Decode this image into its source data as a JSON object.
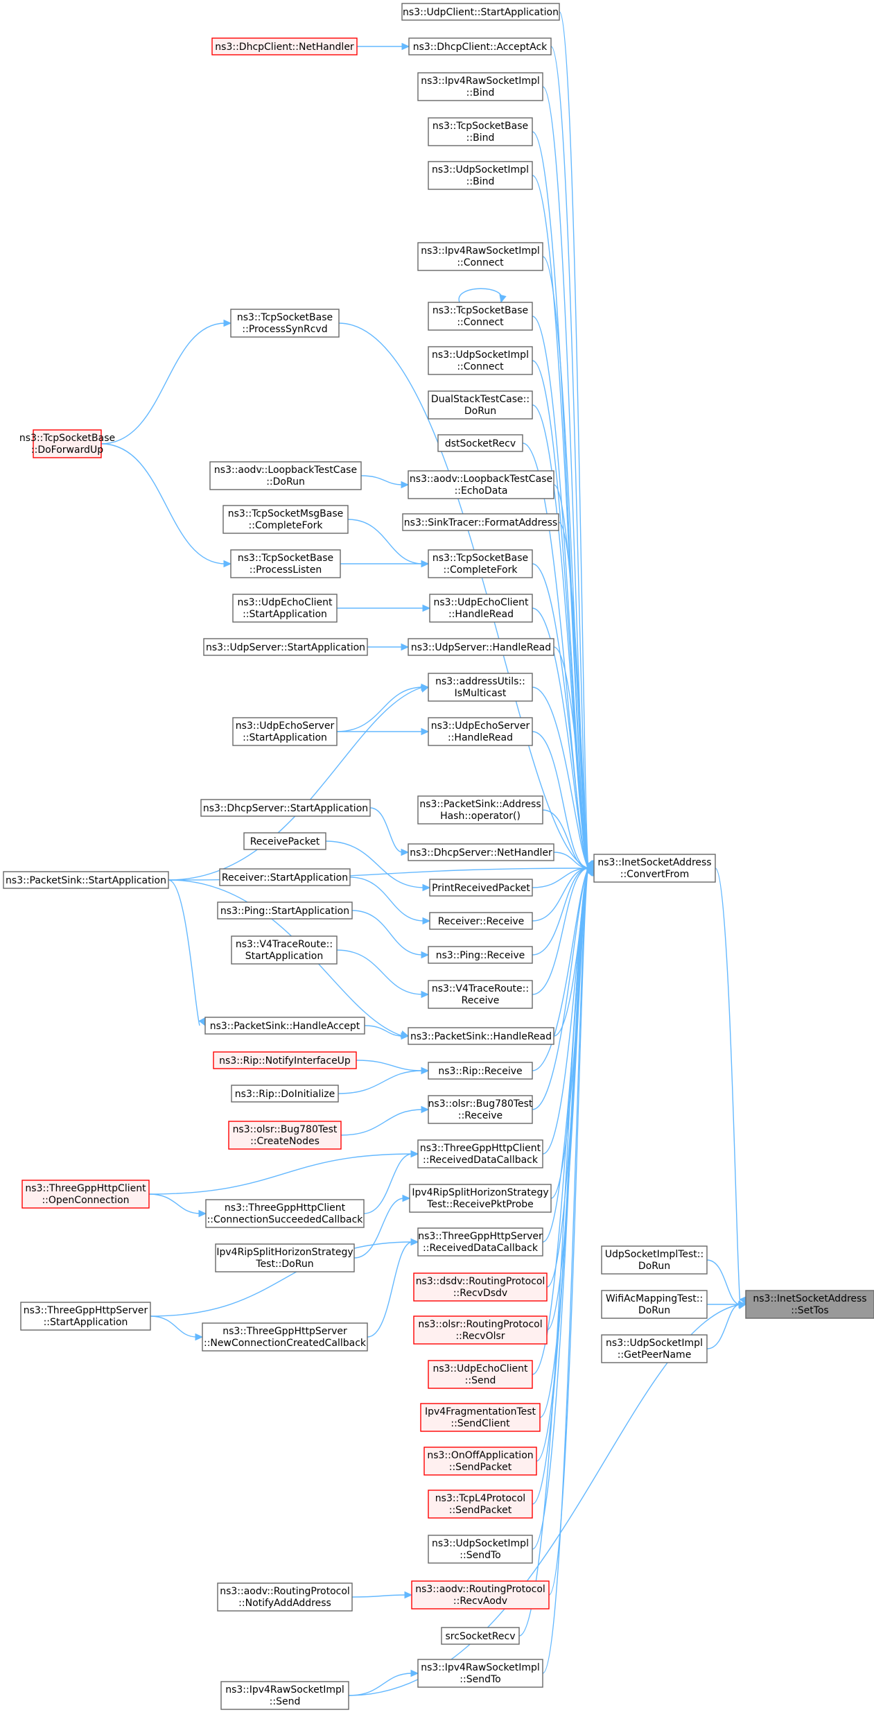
{
  "colors": {
    "edge": "#63b8ff",
    "border_normal": "#666666",
    "border_red": "#ff0000",
    "fill_normal": "#ffffff",
    "fill_red": "#fff0f0",
    "fill_focus": "#999999",
    "border_focus": "#666666"
  },
  "nodes": [
    {
      "id": "setTos",
      "lines": [
        "ns3::InetSocketAddress",
        "::SetTos"
      ],
      "style": "focus"
    },
    {
      "id": "convertFrom",
      "lines": [
        "ns3::InetSocketAddress",
        "::ConvertFrom"
      ],
      "style": "normal"
    },
    {
      "id": "udpSocketImplTest",
      "lines": [
        "UdpSocketImplTest::",
        "DoRun"
      ],
      "style": "normal"
    },
    {
      "id": "wifiAcMapping",
      "lines": [
        "WifiAcMappingTest::",
        "DoRun"
      ],
      "style": "normal"
    },
    {
      "id": "getPeerName",
      "lines": [
        "ns3::UdpSocketImpl",
        "::GetPeerName"
      ],
      "style": "normal"
    },
    {
      "id": "udpClientStart",
      "lines": [
        "ns3::UdpClient::StartApplication"
      ],
      "style": "normal"
    },
    {
      "id": "dhcpAcceptAck",
      "lines": [
        "ns3::DhcpClient::AcceptAck"
      ],
      "style": "normal"
    },
    {
      "id": "dhcpNetHandler",
      "lines": [
        "ns3::DhcpClient::NetHandler"
      ],
      "style": "red"
    },
    {
      "id": "ipv4RawBind",
      "lines": [
        "ns3::Ipv4RawSocketImpl",
        "::Bind"
      ],
      "style": "normal"
    },
    {
      "id": "tcpBind",
      "lines": [
        "ns3::TcpSocketBase",
        "::Bind"
      ],
      "style": "normal"
    },
    {
      "id": "udpBind",
      "lines": [
        "ns3::UdpSocketImpl",
        "::Bind"
      ],
      "style": "normal"
    },
    {
      "id": "ipv4RawConnect",
      "lines": [
        "ns3::Ipv4RawSocketImpl",
        "::Connect"
      ],
      "style": "normal"
    },
    {
      "id": "tcpConnect",
      "lines": [
        "ns3::TcpSocketBase",
        "::Connect"
      ],
      "style": "normal"
    },
    {
      "id": "udpConnect",
      "lines": [
        "ns3::UdpSocketImpl",
        "::Connect"
      ],
      "style": "normal"
    },
    {
      "id": "dualStack",
      "lines": [
        "DualStackTestCase::",
        "DoRun"
      ],
      "style": "normal"
    },
    {
      "id": "dstSocketRecv",
      "lines": [
        "dstSocketRecv"
      ],
      "style": "normal"
    },
    {
      "id": "aodvEchoData",
      "lines": [
        "ns3::aodv::LoopbackTestCase",
        "::EchoData"
      ],
      "style": "normal"
    },
    {
      "id": "aodvLoopDoRun",
      "lines": [
        "ns3::aodv::LoopbackTestCase",
        "::DoRun"
      ],
      "style": "normal"
    },
    {
      "id": "sinkTracer",
      "lines": [
        "ns3::SinkTracer::FormatAddress"
      ],
      "style": "normal"
    },
    {
      "id": "tcpCompleteFork",
      "lines": [
        "ns3::TcpSocketBase",
        "::CompleteFork"
      ],
      "style": "normal"
    },
    {
      "id": "tcpMsgCompleteFork",
      "lines": [
        "ns3::TcpSocketMsgBase",
        "::CompleteFork"
      ],
      "style": "normal"
    },
    {
      "id": "tcpProcessListen",
      "lines": [
        "ns3::TcpSocketBase",
        "::ProcessListen"
      ],
      "style": "normal"
    },
    {
      "id": "tcpProcessSynRcvd",
      "lines": [
        "ns3::TcpSocketBase",
        "::ProcessSynRcvd"
      ],
      "style": "normal"
    },
    {
      "id": "tcpDoForwardUp",
      "lines": [
        "ns3::TcpSocketBase",
        "::DoForwardUp"
      ],
      "style": "red"
    },
    {
      "id": "udpEchoClientHandleRead",
      "lines": [
        "ns3::UdpEchoClient",
        "::HandleRead"
      ],
      "style": "normal"
    },
    {
      "id": "udpEchoClientStart",
      "lines": [
        "ns3::UdpEchoClient",
        "::StartApplication"
      ],
      "style": "normal"
    },
    {
      "id": "udpServerHandleRead",
      "lines": [
        "ns3::UdpServer::HandleRead"
      ],
      "style": "normal"
    },
    {
      "id": "udpServerStart",
      "lines": [
        "ns3::UdpServer::StartApplication"
      ],
      "style": "normal"
    },
    {
      "id": "addressUtils",
      "lines": [
        "ns3::addressUtils::",
        "IsMulticast"
      ],
      "style": "normal"
    },
    {
      "id": "udpEchoServerStart",
      "lines": [
        "ns3::UdpEchoServer",
        "::StartApplication"
      ],
      "style": "normal"
    },
    {
      "id": "udpEchoServerHandleRead",
      "lines": [
        "ns3::UdpEchoServer",
        "::HandleRead"
      ],
      "style": "normal"
    },
    {
      "id": "packetSinkStart",
      "lines": [
        "ns3::PacketSink::StartApplication"
      ],
      "style": "normal"
    },
    {
      "id": "dhcpServerStart",
      "lines": [
        "ns3::DhcpServer::StartApplication"
      ],
      "style": "normal"
    },
    {
      "id": "packetSinkAddrHash",
      "lines": [
        "ns3::PacketSink::Address",
        "Hash::operator()"
      ],
      "style": "normal"
    },
    {
      "id": "dhcpServerNetHandler",
      "lines": [
        "ns3::DhcpServer::NetHandler"
      ],
      "style": "normal"
    },
    {
      "id": "receivePacket",
      "lines": [
        "ReceivePacket"
      ],
      "style": "normal"
    },
    {
      "id": "printReceivedPacket",
      "lines": [
        "PrintReceivedPacket"
      ],
      "style": "normal"
    },
    {
      "id": "receiverStart",
      "lines": [
        "Receiver::StartApplication"
      ],
      "style": "normal"
    },
    {
      "id": "receiverReceive",
      "lines": [
        "Receiver::Receive"
      ],
      "style": "normal"
    },
    {
      "id": "pingStart",
      "lines": [
        "ns3::Ping::StartApplication"
      ],
      "style": "normal"
    },
    {
      "id": "pingReceive",
      "lines": [
        "ns3::Ping::Receive"
      ],
      "style": "normal"
    },
    {
      "id": "v4TraceStart",
      "lines": [
        "ns3::V4TraceRoute::",
        "StartApplication"
      ],
      "style": "normal"
    },
    {
      "id": "v4TraceReceive",
      "lines": [
        "ns3::V4TraceRoute::",
        "Receive"
      ],
      "style": "normal"
    },
    {
      "id": "packetSinkHandleAccept",
      "lines": [
        "ns3::PacketSink::HandleAccept"
      ],
      "style": "normal"
    },
    {
      "id": "packetSinkHandleRead",
      "lines": [
        "ns3::PacketSink::HandleRead"
      ],
      "style": "normal"
    },
    {
      "id": "ripNotify",
      "lines": [
        "ns3::Rip::NotifyInterfaceUp"
      ],
      "style": "red"
    },
    {
      "id": "ripDoInit",
      "lines": [
        "ns3::Rip::DoInitialize"
      ],
      "style": "normal"
    },
    {
      "id": "ripReceive",
      "lines": [
        "ns3::Rip::Receive"
      ],
      "style": "normal"
    },
    {
      "id": "olsrBug780Receive",
      "lines": [
        "ns3::olsr::Bug780Test",
        "::Receive"
      ],
      "style": "normal"
    },
    {
      "id": "olsrBug780Create",
      "lines": [
        "ns3::olsr::Bug780Test",
        "::CreateNodes"
      ],
      "style": "red"
    },
    {
      "id": "httpClientReceived",
      "lines": [
        "ns3::ThreeGppHttpClient",
        "::ReceivedDataCallback"
      ],
      "style": "normal"
    },
    {
      "id": "httpClientOpen",
      "lines": [
        "ns3::ThreeGppHttpClient",
        "::OpenConnection"
      ],
      "style": "red"
    },
    {
      "id": "httpClientConnSucc",
      "lines": [
        "ns3::ThreeGppHttpClient",
        "::ConnectionSucceededCallback"
      ],
      "style": "normal"
    },
    {
      "id": "ipv4RipSplitProbe",
      "lines": [
        "Ipv4RipSplitHorizonStrategy",
        "Test::ReceivePktProbe"
      ],
      "style": "normal"
    },
    {
      "id": "ipv4RipSplitDoRun",
      "lines": [
        "Ipv4RipSplitHorizonStrategy",
        "Test::DoRun"
      ],
      "style": "normal"
    },
    {
      "id": "httpServerReceived",
      "lines": [
        "ns3::ThreeGppHttpServer",
        "::ReceivedDataCallback"
      ],
      "style": "normal"
    },
    {
      "id": "httpServerStart",
      "lines": [
        "ns3::ThreeGppHttpServer",
        "::StartApplication"
      ],
      "style": "normal"
    },
    {
      "id": "httpServerNewConn",
      "lines": [
        "ns3::ThreeGppHttpServer",
        "::NewConnectionCreatedCallback"
      ],
      "style": "normal"
    },
    {
      "id": "dsdvRecv",
      "lines": [
        "ns3::dsdv::RoutingProtocol",
        "::RecvDsdv"
      ],
      "style": "red"
    },
    {
      "id": "olsrRecv",
      "lines": [
        "ns3::olsr::RoutingProtocol",
        "::RecvOlsr"
      ],
      "style": "red"
    },
    {
      "id": "udpEchoClientSend",
      "lines": [
        "ns3::UdpEchoClient",
        "::Send"
      ],
      "style": "red"
    },
    {
      "id": "ipv4FragSend",
      "lines": [
        "Ipv4FragmentationTest",
        "::SendClient"
      ],
      "style": "red"
    },
    {
      "id": "onOffSend",
      "lines": [
        "ns3::OnOffApplication",
        "::SendPacket"
      ],
      "style": "red"
    },
    {
      "id": "tcpL4Send",
      "lines": [
        "ns3::TcpL4Protocol",
        "::SendPacket"
      ],
      "style": "red"
    },
    {
      "id": "udpSendTo",
      "lines": [
        "ns3::UdpSocketImpl",
        "::SendTo"
      ],
      "style": "normal"
    },
    {
      "id": "aodvRecv",
      "lines": [
        "ns3::aodv::RoutingProtocol",
        "::RecvAodv"
      ],
      "style": "red"
    },
    {
      "id": "aodvNotifyAdd",
      "lines": [
        "ns3::aodv::RoutingProtocol",
        "::NotifyAddAddress"
      ],
      "style": "normal"
    },
    {
      "id": "srcSocketRecv",
      "lines": [
        "srcSocketRecv"
      ],
      "style": "normal"
    },
    {
      "id": "ipv4RawSendTo",
      "lines": [
        "ns3::Ipv4RawSocketImpl",
        "::SendTo"
      ],
      "style": "normal"
    },
    {
      "id": "ipv4RawSend",
      "lines": [
        "ns3::Ipv4RawSocketImpl",
        "::Send"
      ],
      "style": "normal"
    }
  ],
  "edges": [
    [
      "convertFrom",
      "setTos"
    ],
    [
      "udpSocketImplTest",
      "setTos"
    ],
    [
      "wifiAcMapping",
      "setTos"
    ],
    [
      "getPeerName",
      "setTos"
    ],
    [
      "ipv4RawSend",
      "setTos"
    ],
    [
      "udpClientStart",
      "convertFrom"
    ],
    [
      "dhcpAcceptAck",
      "convertFrom"
    ],
    [
      "ipv4RawBind",
      "convertFrom"
    ],
    [
      "tcpBind",
      "convertFrom"
    ],
    [
      "udpBind",
      "convertFrom"
    ],
    [
      "tcpProcessSynRcvd",
      "convertFrom"
    ],
    [
      "ipv4RawConnect",
      "convertFrom"
    ],
    [
      "tcpConnect",
      "convertFrom"
    ],
    [
      "udpConnect",
      "convertFrom"
    ],
    [
      "dualStack",
      "convertFrom"
    ],
    [
      "dstSocketRecv",
      "convertFrom"
    ],
    [
      "aodvEchoData",
      "convertFrom"
    ],
    [
      "sinkTracer",
      "convertFrom"
    ],
    [
      "tcpCompleteFork",
      "convertFrom"
    ],
    [
      "udpEchoClientHandleRead",
      "convertFrom"
    ],
    [
      "udpServerHandleRead",
      "convertFrom"
    ],
    [
      "addressUtils",
      "convertFrom"
    ],
    [
      "udpEchoServerHandleRead",
      "convertFrom"
    ],
    [
      "packetSinkStart",
      "convertFrom"
    ],
    [
      "packetSinkAddrHash",
      "convertFrom"
    ],
    [
      "dhcpServerNetHandler",
      "convertFrom"
    ],
    [
      "printReceivedPacket",
      "convertFrom"
    ],
    [
      "receiverReceive",
      "convertFrom"
    ],
    [
      "pingReceive",
      "convertFrom"
    ],
    [
      "v4TraceReceive",
      "convertFrom"
    ],
    [
      "packetSinkHandleRead",
      "convertFrom"
    ],
    [
      "ripReceive",
      "convertFrom"
    ],
    [
      "olsrBug780Receive",
      "convertFrom"
    ],
    [
      "httpClientReceived",
      "convertFrom"
    ],
    [
      "ipv4RipSplitProbe",
      "convertFrom"
    ],
    [
      "httpServerReceived",
      "convertFrom"
    ],
    [
      "dsdvRecv",
      "convertFrom"
    ],
    [
      "olsrRecv",
      "convertFrom"
    ],
    [
      "udpEchoClientSend",
      "convertFrom"
    ],
    [
      "ipv4FragSend",
      "convertFrom"
    ],
    [
      "onOffSend",
      "convertFrom"
    ],
    [
      "tcpL4Send",
      "convertFrom"
    ],
    [
      "udpSendTo",
      "convertFrom"
    ],
    [
      "aodvRecv",
      "convertFrom"
    ],
    [
      "srcSocketRecv",
      "convertFrom"
    ],
    [
      "ipv4RawSendTo",
      "convertFrom"
    ],
    [
      "dhcpNetHandler",
      "dhcpAcceptAck"
    ],
    [
      "tcpConnect",
      "tcpConnect"
    ],
    [
      "tcpDoForwardUp",
      "tcpProcessSynRcvd"
    ],
    [
      "tcpDoForwardUp",
      "tcpProcessListen"
    ],
    [
      "aodvLoopDoRun",
      "aodvEchoData"
    ],
    [
      "tcpMsgCompleteFork",
      "tcpCompleteFork"
    ],
    [
      "tcpProcessListen",
      "tcpCompleteFork"
    ],
    [
      "udpEchoClientStart",
      "udpEchoClientHandleRead"
    ],
    [
      "udpServerStart",
      "udpServerHandleRead"
    ],
    [
      "packetSinkStart",
      "addressUtils"
    ],
    [
      "udpEchoServerStart",
      "addressUtils"
    ],
    [
      "udpEchoServerStart",
      "udpEchoServerHandleRead"
    ],
    [
      "dhcpServerStart",
      "dhcpServerNetHandler"
    ],
    [
      "receivePacket",
      "printReceivedPacket"
    ],
    [
      "receiverStart",
      "receiverReceive"
    ],
    [
      "pingStart",
      "pingReceive"
    ],
    [
      "v4TraceStart",
      "v4TraceReceive"
    ],
    [
      "packetSinkStart",
      "packetSinkHandleAccept"
    ],
    [
      "packetSinkHandleAccept",
      "packetSinkHandleRead"
    ],
    [
      "packetSinkStart",
      "packetSinkHandleRead"
    ],
    [
      "ripNotify",
      "ripReceive"
    ],
    [
      "ripDoInit",
      "ripReceive"
    ],
    [
      "olsrBug780Create",
      "olsrBug780Receive"
    ],
    [
      "httpClientOpen",
      "httpClientReceived"
    ],
    [
      "httpClientOpen",
      "httpClientConnSucc"
    ],
    [
      "httpClientConnSucc",
      "httpClientReceived"
    ],
    [
      "ipv4RipSplitDoRun",
      "ipv4RipSplitProbe"
    ],
    [
      "httpServerStart",
      "httpServerReceived"
    ],
    [
      "httpServerStart",
      "httpServerNewConn"
    ],
    [
      "httpServerNewConn",
      "httpServerReceived"
    ],
    [
      "aodvNotifyAdd",
      "aodvRecv"
    ],
    [
      "ipv4RawSend",
      "ipv4RawSendTo"
    ]
  ]
}
